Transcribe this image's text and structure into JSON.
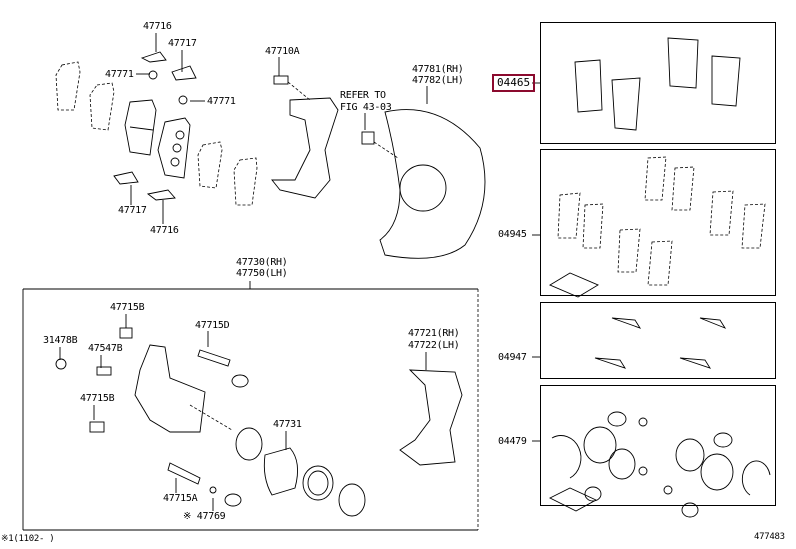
{
  "main_diagram": {
    "labels": {
      "p47716_top": "47716",
      "p47717_top": "47717",
      "p47771_left": "47771",
      "p47771_right": "47771",
      "p47717_bottom": "47717",
      "p47716_bottom": "47716",
      "p47710A": "47710A",
      "refer_line1": "REFER TO",
      "refer_line2": "FIG 43-03",
      "p47781": "47781(RH)",
      "p47782": "47782(LH)",
      "p47730": "47730(RH)",
      "p47750": "47750(LH)",
      "p47715B_top": "47715B",
      "p47715D": "47715D",
      "p31478B": "31478B",
      "p47547B": "47547B",
      "p47715B_mid": "47715B",
      "p47731": "47731",
      "p47721": "47721(RH)",
      "p47722": "47722(LH)",
      "p47715A": "47715A",
      "p47769": "※ 47769"
    },
    "footnote": "※1(1102-  )"
  },
  "kits": [
    {
      "part_no": "04465",
      "highlighted": true
    },
    {
      "part_no": "04945",
      "highlighted": false
    },
    {
      "part_no": "04947",
      "highlighted": false
    },
    {
      "part_no": "04479",
      "highlighted": false
    }
  ],
  "figure_id": "477483",
  "colors": {
    "highlight": "#8b0a2e",
    "line": "#000000"
  }
}
